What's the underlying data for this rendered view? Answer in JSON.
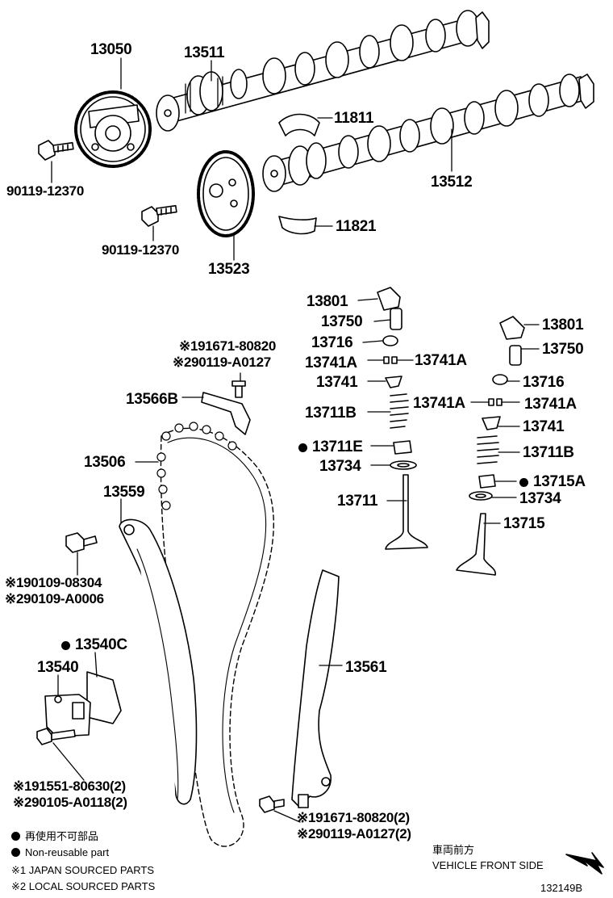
{
  "labels": {
    "p13050": "13050",
    "p13511": "13511",
    "p11811": "11811",
    "p13512": "13512",
    "p11821": "11821",
    "p13523": "13523",
    "p90119_12370_a": "90119-12370",
    "p90119_12370_b": "90119-12370",
    "p13801_l": "13801",
    "p13750_l": "13750",
    "p13716_l": "13716",
    "p13741A_l1": "13741A",
    "p13741A_l2": "13741A",
    "p13741_l": "13741",
    "p13711B_l": "13711B",
    "p13711E": "13711E",
    "p13734_l": "13734",
    "p13711": "13711",
    "p13801_r": "13801",
    "p13750_r": "13750",
    "p13716_r": "13716",
    "p13741A_r1": "13741A",
    "p13741A_r2": "13741A",
    "p13741_r": "13741",
    "p13711B_r": "13711B",
    "p13715A": "13715A",
    "p13734_r": "13734",
    "p13715": "13715",
    "p91671_80820": "※191671-80820",
    "p90119_A0127": "※290119-A0127",
    "p13566B": "13566B",
    "p13506": "13506",
    "p13559": "13559",
    "p90109_08304": "※190109-08304",
    "p90109_A0006": "※290109-A0006",
    "p13540C": "13540C",
    "p13540": "13540",
    "p13561": "13561",
    "p91551_80630": "※191551-80630(2)",
    "p90105_A0118": "※290105-A0118(2)",
    "p91671_80820_2": "※191671-80820(2)",
    "p90119_A0127_2": "※290119-A0127(2)"
  },
  "legend": {
    "jp_nonreusable": "再使用不可部品",
    "en_nonreusable": "Non-reusable part",
    "japan_sourced": "※1 JAPAN SOURCED PARTS",
    "local_sourced": "※2 LOCAL SOURCED PARTS"
  },
  "direction": {
    "jp": "車両前方",
    "en": "VEHICLE FRONT SIDE"
  },
  "figure_id": "132149B"
}
